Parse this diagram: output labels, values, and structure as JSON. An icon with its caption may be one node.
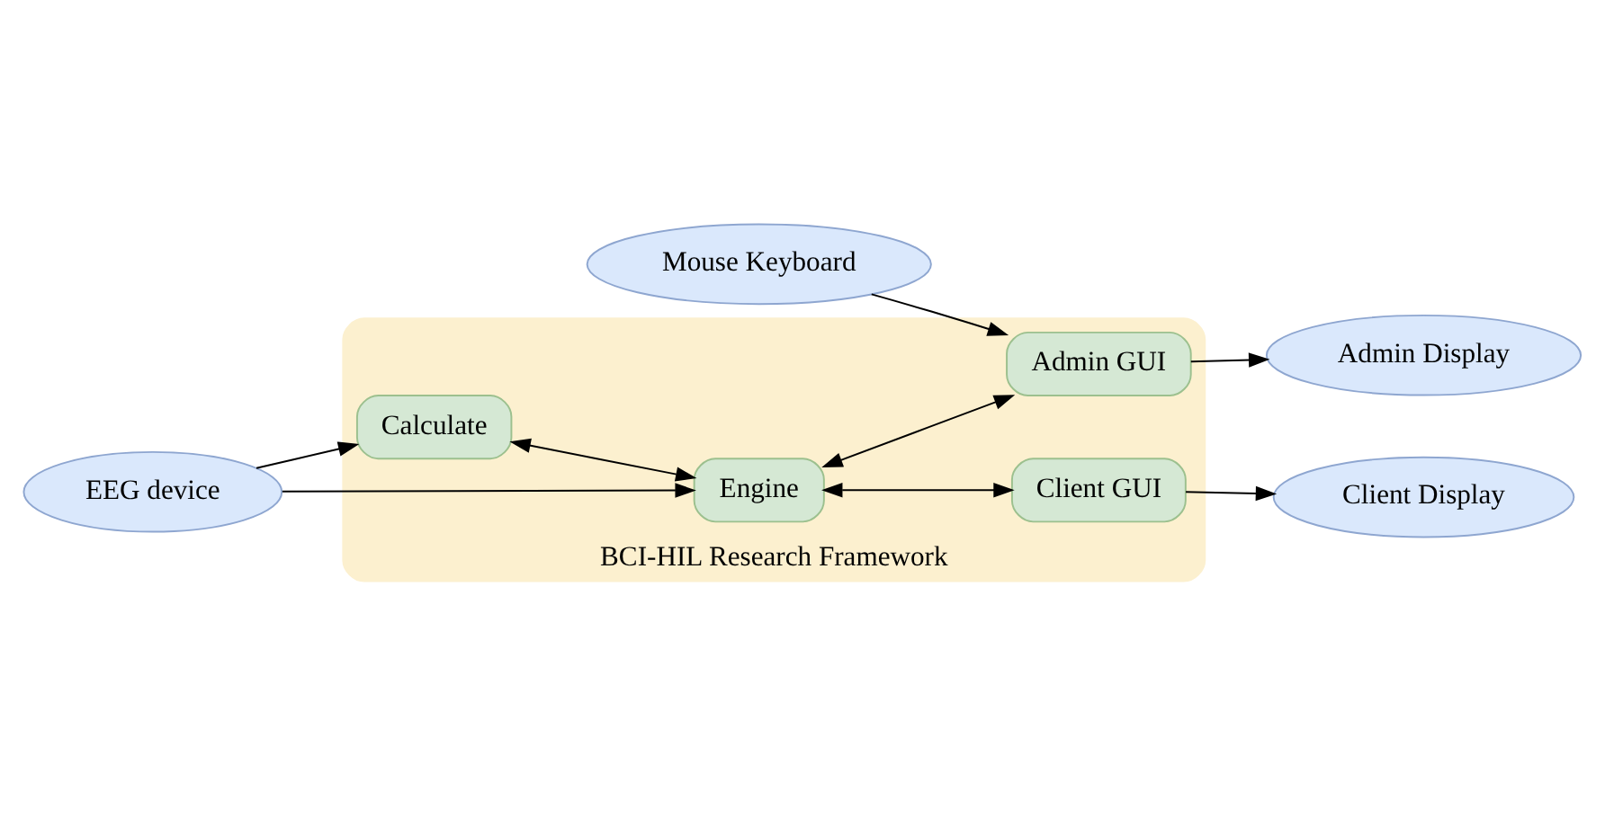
{
  "diagram": {
    "nodes": [
      {
        "text": [
          "Mouse Keyboard"
        ]
      },
      {
        "text": [
          "EEG device"
        ]
      },
      {
        "text": [
          "BCI-HIL Research Framework"
        ]
      },
      {
        "text": [
          "Calculate"
        ],
        "in": 2
      },
      {
        "text": [
          "Admin GUI"
        ],
        "in": 2
      },
      {
        "text": [
          "Engine"
        ],
        "in": 2
      },
      {
        "text": [
          "Client GUI"
        ],
        "in": 2
      },
      {
        "text": [
          "Admin Display"
        ]
      },
      {
        "text": [
          "Client Display"
        ]
      }
    ],
    "edges": [
      {
        "from": 0,
        "to": 4,
        "arrow": "to"
      },
      {
        "from": 1,
        "to": 3,
        "arrow": "to"
      },
      {
        "from": 1,
        "to": 5,
        "arrow": "to"
      },
      {
        "from": 3,
        "to": 5,
        "arrow": "both"
      },
      {
        "from": 5,
        "to": 4,
        "arrow": "both"
      },
      {
        "from": 5,
        "to": 6,
        "arrow": "both"
      },
      {
        "from": 4,
        "to": 7,
        "arrow": "to"
      },
      {
        "from": 6,
        "to": 8,
        "arrow": "to"
      }
    ]
  }
}
